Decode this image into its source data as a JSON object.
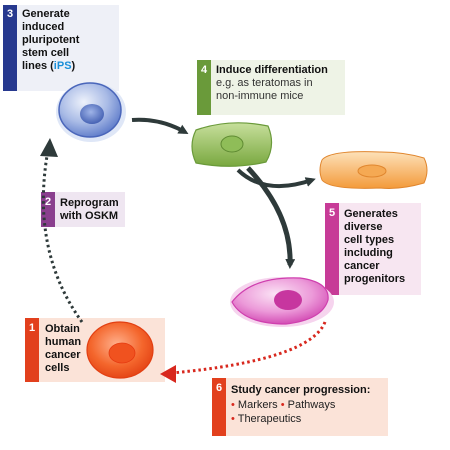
{
  "steps": [
    {
      "number": "3",
      "lines": [
        "Generate",
        "induced",
        "pluripotent",
        "stem cell"
      ],
      "last_prefix": "lines (",
      "last_highlight": "iPS",
      "last_suffix": ")",
      "color": "#27398f"
    },
    {
      "number": "4",
      "title": "Induce differentiation",
      "lines": [
        "e.g. as teratomas in",
        "non-immune mice"
      ],
      "color": "#6a9a3a"
    },
    {
      "number": "2",
      "lines": [
        "Reprogram",
        "with OSKM"
      ],
      "color": "#8a3f8e"
    },
    {
      "number": "5",
      "lines": [
        "Generates",
        "diverse",
        "cell types",
        "including",
        "cancer",
        "progenitors"
      ],
      "color": "#c73b97"
    },
    {
      "number": "1",
      "lines": [
        "Obtain",
        "human",
        "cancer",
        "cells"
      ],
      "color": "#e2401d"
    },
    {
      "number": "6",
      "title": "Study cancer progression:",
      "items": [
        "Markers",
        "Pathways",
        "Therapeutics"
      ],
      "color": "#e2401d"
    }
  ],
  "colors": {
    "blue_cell": "#5a78c8",
    "green_cell": "#7fae4b",
    "orange_cell": "#f39a3a",
    "pink_cell": "#d94bb8",
    "red_cell": "#ec4a1c",
    "arrow_dark": "#2e3a3a",
    "arrow_red": "#d8281e"
  }
}
